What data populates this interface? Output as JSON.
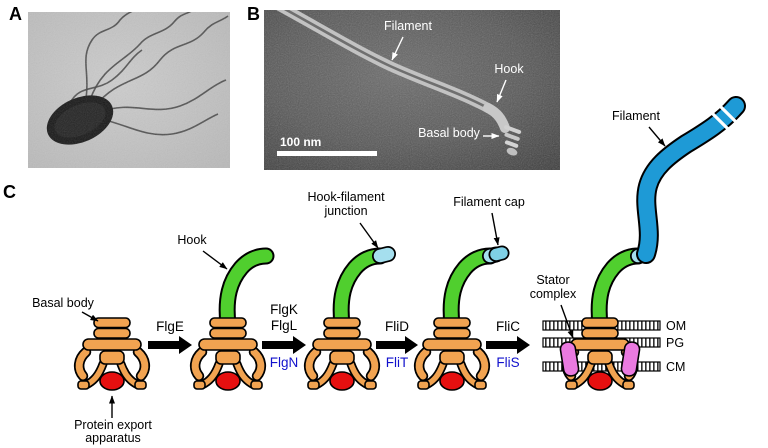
{
  "figure": {
    "panels": {
      "a": {
        "label": "A"
      },
      "b": {
        "label": "B",
        "annotations": {
          "filament": "Filament",
          "hook": "Hook",
          "basal_body": "Basal body"
        },
        "scale_bar": "100 nm"
      },
      "c": {
        "label": "C",
        "annotations": {
          "basal_body": "Basal body",
          "protein_export_line1": "Protein export",
          "protein_export_line2": "apparatus",
          "hook": "Hook",
          "junction_line1": "Hook-filament",
          "junction_line2": "junction",
          "filament_cap": "Filament cap",
          "stator_line1": "Stator",
          "stator_line2": "complex",
          "filament": "Filament"
        },
        "membranes": {
          "om": "OM",
          "pg": "PG",
          "cm": "CM"
        },
        "steps": [
          {
            "above": [
              "FlgE"
            ]
          },
          {
            "above": [
              "FlgK",
              "FlgL"
            ],
            "below": "FlgN"
          },
          {
            "above": [
              "FliD"
            ],
            "below": "FliT"
          },
          {
            "above": [
              "FliC"
            ],
            "below": "FliS"
          }
        ]
      }
    },
    "colors": {
      "hook_green": "#50cf2e",
      "filament_blue": "#1e9ad6",
      "junction_cyan": "#a5dfee",
      "cap_cyan": "#7fd0e6",
      "basal_orange": "#f1a351",
      "export_red": "#e61010",
      "stator_pink": "#ea7ae0",
      "chaperone_blue": "#1111cc"
    }
  }
}
